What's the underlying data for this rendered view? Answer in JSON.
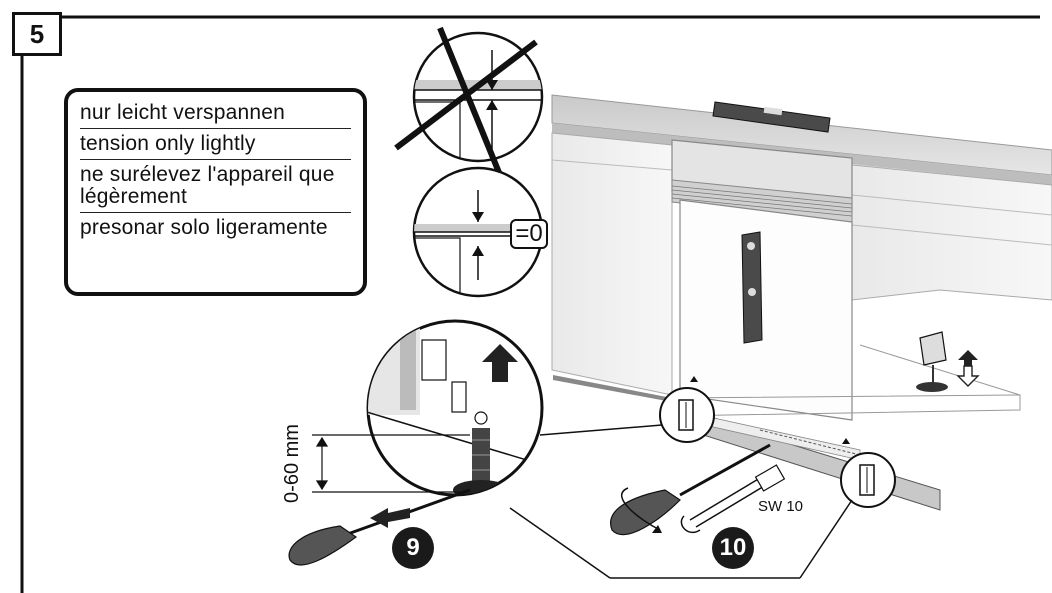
{
  "step_number": "5",
  "instructions": [
    "nur leicht verspannen",
    "tension only lightly",
    "ne surélevez l'appareil que légèrement",
    "presonar solo ligeramente"
  ],
  "gap_label": "=0",
  "height_range_label": "0-60 mm",
  "wrench_size_label": "SW 10",
  "callouts": {
    "foot_adjust": "9",
    "rear_adjust": "10"
  },
  "icons": [
    "arrow-up-icon",
    "arrow-down-icon",
    "rotate-icon",
    "screwdriver-icon",
    "spirit-level-icon",
    "cross-out-icon"
  ]
}
